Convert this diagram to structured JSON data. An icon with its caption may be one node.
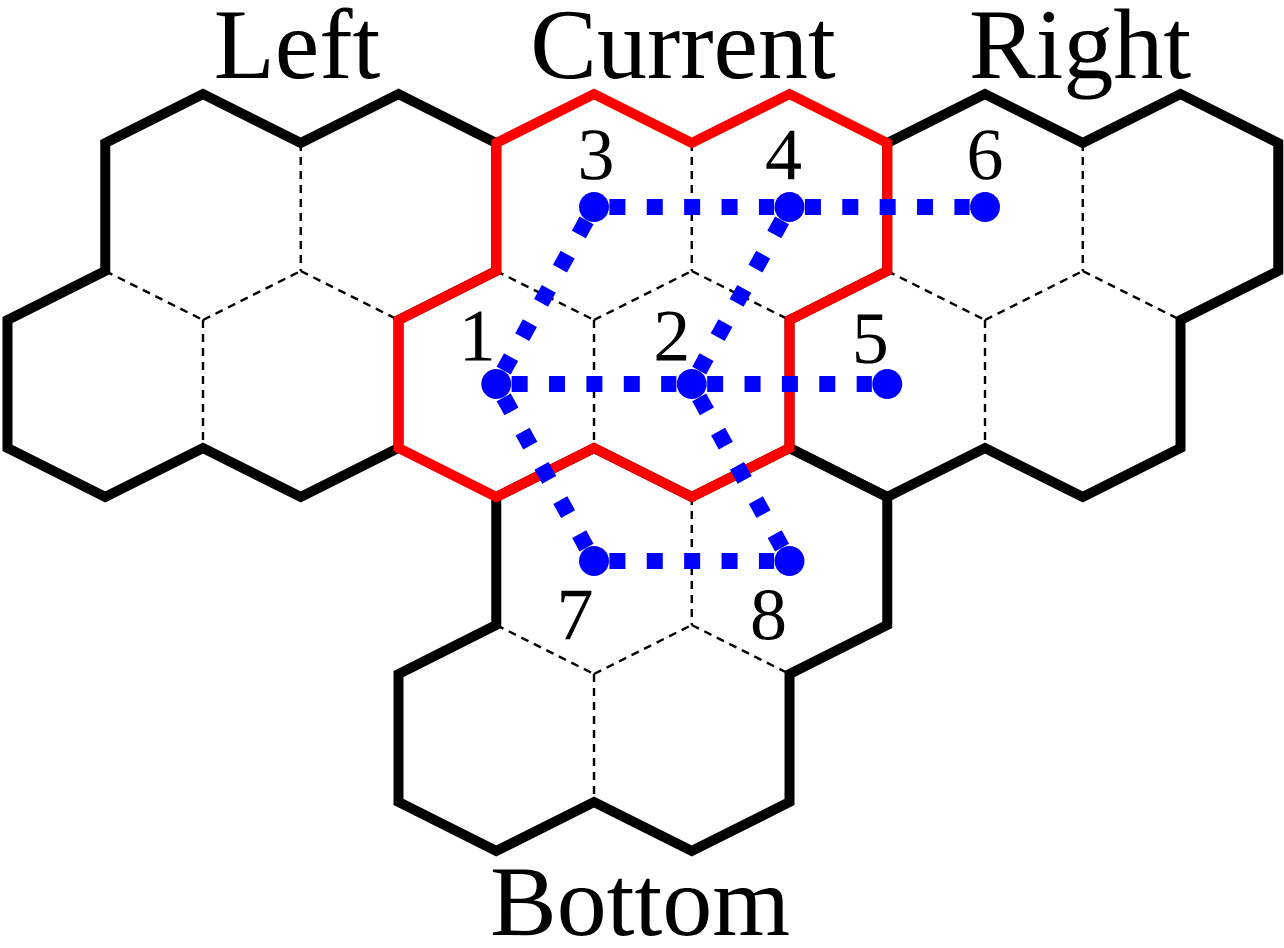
{
  "diagram": {
    "nodes": [
      {
        "text": [
          "Left"
        ]
      },
      {
        "text": [
          "Current"
        ]
      },
      {
        "text": [
          "Right"
        ]
      },
      {
        "text": [
          "Bottom"
        ]
      },
      {
        "text": [
          "3"
        ],
        "in": 1
      },
      {
        "text": [
          "4"
        ],
        "in": 1
      },
      {
        "text": [
          "6"
        ],
        "in": 2
      },
      {
        "text": [
          "1"
        ],
        "in": 1
      },
      {
        "text": [
          "2"
        ],
        "in": 1
      },
      {
        "text": [
          "5"
        ],
        "in": 2
      },
      {
        "text": [
          "7"
        ],
        "in": 3
      },
      {
        "text": [
          "8"
        ],
        "in": 3
      }
    ],
    "edges": [
      {
        "from": 4,
        "to": 5,
        "arrow": "none"
      },
      {
        "from": 5,
        "to": 6,
        "arrow": "none"
      },
      {
        "from": 4,
        "to": 7,
        "arrow": "none"
      },
      {
        "from": 5,
        "to": 8,
        "arrow": "none"
      },
      {
        "from": 7,
        "to": 8,
        "arrow": "none"
      },
      {
        "from": 8,
        "to": 9,
        "arrow": "none"
      },
      {
        "from": 7,
        "to": 10,
        "arrow": "none"
      },
      {
        "from": 8,
        "to": 11,
        "arrow": "none"
      },
      {
        "from": 10,
        "to": 11,
        "arrow": "none"
      }
    ]
  }
}
